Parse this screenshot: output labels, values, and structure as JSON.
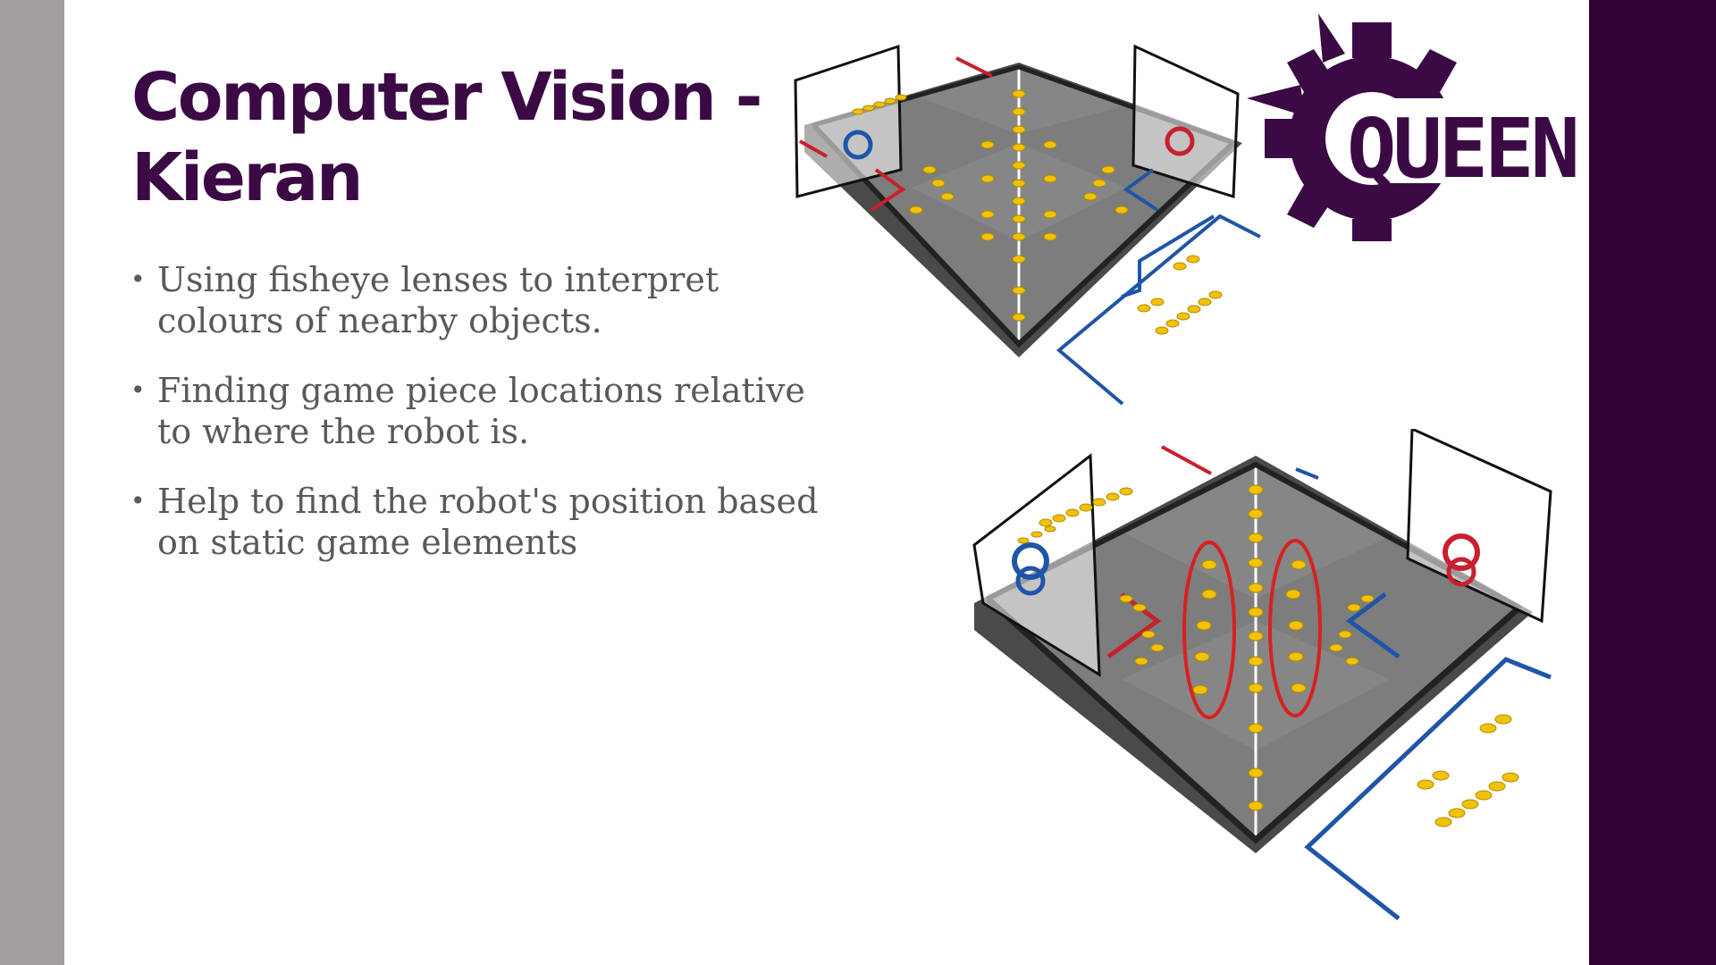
{
  "slide": {
    "title_line1": "Computer Vision -",
    "title_line2": "Kieran",
    "bullets": [
      "Using fisheye lenses to interpret colours of nearby objects.",
      "Finding game piece locations relative to where the robot is.",
      "Help to find the robot's position based on static game elements"
    ],
    "bullet_glyph": "•"
  },
  "logo": {
    "text": "QUEEN"
  },
  "colors": {
    "title": "#3b0a45",
    "body_text": "#595959",
    "left_bar": "#a19e9d",
    "right_bar": "#330033",
    "logo": "#3b0a45",
    "field_floor": "#7d7d7d",
    "game_piece": "#f2c200",
    "highlight": "#d92020",
    "blue_alliance": "#1f55a8",
    "red_alliance": "#c8202e"
  },
  "images": [
    {
      "name": "field-overview-image",
      "subject": "game field isometric render"
    },
    {
      "name": "field-highlighted-image",
      "subject": "game field with game pieces circled"
    }
  ]
}
